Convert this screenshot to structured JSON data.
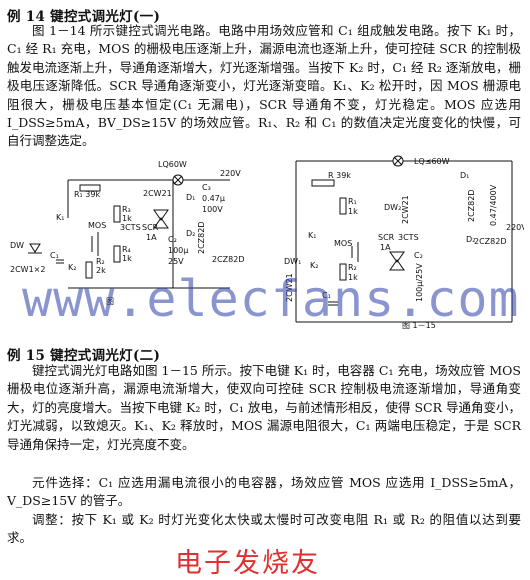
{
  "ex14": {
    "title": "例 14  键控式调光灯(一)",
    "body": "图 1－14 所示键控式调光电路。电路中用场效应管和 C₁ 组成触发电路。按下 K₁ 时，C₁ 经 R₁ 充电，MOS 的栅极电压逐渐上升，漏源电流也逐渐上升，使可控硅 SCR 的控制极触发电流逐渐上升，导通角逐渐增大，灯光逐渐增强。当按下 K₂ 时，C₁ 经 R₂ 逐渐放电，栅极电压逐渐降低。SCR 导通角逐渐变小，灯光逐渐变暗。K₁、K₂ 松开时，因 MOS 栅源电阻很大，栅极电压基本恒定(C₁ 无漏电)，SCR 导通角不变，灯光稳定。MOS 应选用 I_DSS≥5mA，BV_DS≥15V 的场效应管。R₁、R₂ 和 C₁ 的数值决定光度变化的快慢，可自行调整选定。"
  },
  "fig14": {
    "lamp": "LQ60W",
    "mains": "220V",
    "r1": "R₁ 39k",
    "mos": "MOS",
    "r3": "R₃",
    "r3v": "1k",
    "dw": "DW",
    "zener": "2CW1×2",
    "c1": "C₁",
    "k1": "K₁",
    "k2": "K₂",
    "r2": "R₂",
    "r2v": "2k",
    "r4": "R₄",
    "r4v": "1k",
    "scr": "SCR",
    "scr2": "1A",
    "cts": "3CTS",
    "dw2": "2CW21",
    "c3": "C₃",
    "c3v": "0.47μ",
    "c3v2": "100V",
    "c2": "C₂",
    "c2v": "100μ",
    "c2v2": "25V",
    "d1": "D₁",
    "d2": "D₂",
    "dtype": "2CZ82D",
    "label": "图"
  },
  "fig15": {
    "lamp": "LQ≤60W",
    "r": "R 39k",
    "k1": "K₁",
    "k2": "K₂",
    "r1": "R₁",
    "r1v": "1k",
    "r2": "R₂",
    "r2v": "1k",
    "mos": "MOS",
    "dw1": "DW₁",
    "dw2": "DW₂",
    "zener": "2CW21",
    "c1": "C₁",
    "c2": "C₂",
    "c2v": "100μ/25V",
    "scr": "SCR",
    "scr2": "1A",
    "cts": "3CTS",
    "d1": "D₁",
    "d2": "D₂",
    "dtype": "2CZ82D",
    "c3": "0.47/400V",
    "mains": "220V",
    "caption": "图 1－15"
  },
  "watermark": "www.elecfans.com",
  "ex15": {
    "title": "例 15   键控式调光灯(二)",
    "body": "键控式调光灯电路如图 1－15 所示。按下电键 K₁ 时，电容器 C₁ 充电，场效应管 MOS 栅极电位逐渐升高，漏源电流渐增大，使双向可控硅 SCR 控制极电流逐渐增加，导通角变大，灯的亮度增大。当按下电键 K₂ 时，C₁ 放电，与前述情形相反，使得 SCR 导通角变小，灯光减弱，以致熄灭。K₁、K₂ 释放时，MOS 漏源电阻很大，C₁ 两端电压稳定，于是 SCR 导通角保持一定，灯光亮度不变。",
    "components": "元件选择：C₁ 应选用漏电流很小的电容器，场效应管 MOS 应选用 I_DSS≥5mA，V_DS≥15V 的管子。",
    "adjust": "调整：按下 K₁ 或 K₂ 时灯光变化太快或太慢时可改变电阻 R₁ 或 R₂ 的阻值以达到要求。"
  },
  "footer": "电子发烧友"
}
